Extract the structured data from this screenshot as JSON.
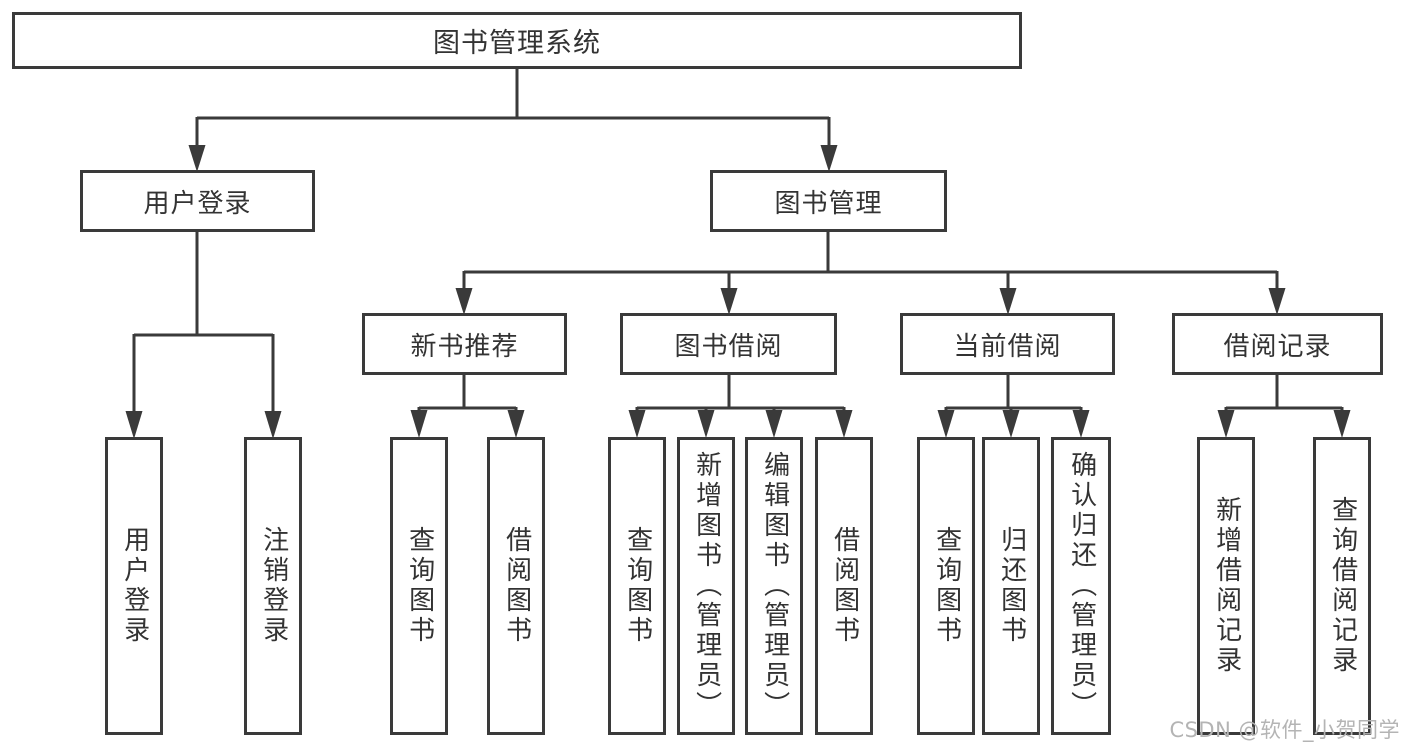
{
  "tree": {
    "root": "图书管理系统",
    "branches": [
      {
        "label": "用户登录",
        "children": [
          "用户登录",
          "注销登录"
        ]
      },
      {
        "label": "图书管理",
        "children": [
          {
            "label": "新书推荐",
            "children": [
              "查询图书",
              "借阅图书"
            ]
          },
          {
            "label": "图书借阅",
            "children": [
              "查询图书",
              "新增图书（管理员）",
              "编辑图书（管理员）",
              "借阅图书"
            ]
          },
          {
            "label": "当前借阅",
            "children": [
              "查询图书",
              "归还图书",
              "确认归还（管理员）"
            ]
          },
          {
            "label": "借阅记录",
            "children": [
              "新增借阅记录",
              "查询借阅记录"
            ]
          }
        ]
      }
    ]
  },
  "watermark": "CSDN @软件_小贺同学",
  "colors": {
    "line": "#3a3a3a",
    "text": "#333333",
    "background": "#ffffff",
    "watermark": "#b4b4b4"
  }
}
